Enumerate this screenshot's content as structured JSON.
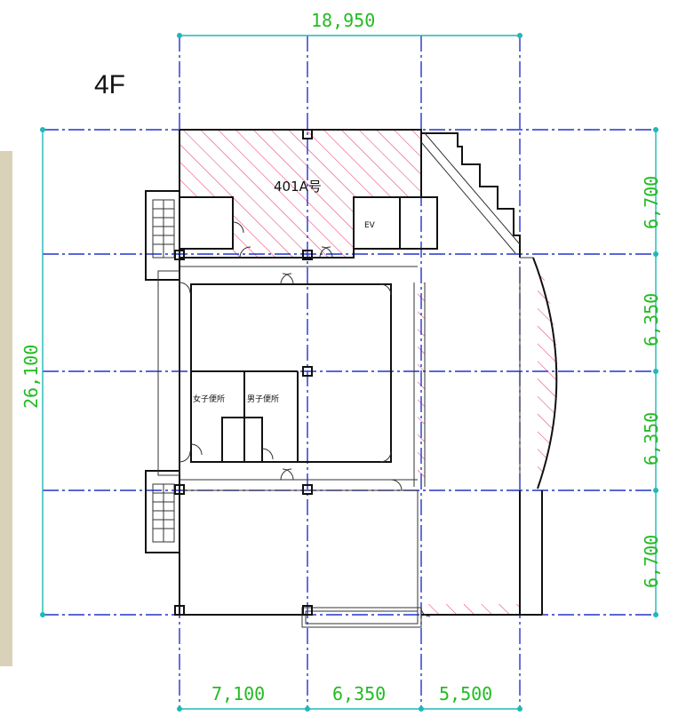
{
  "floor_label": "4F",
  "dimensions": {
    "top_total": "18,950",
    "left_total": "26,100",
    "bottom": [
      "7,100",
      "6,350",
      "5,500"
    ],
    "right": [
      "6,700",
      "6,350",
      "6,350",
      "6,700"
    ]
  },
  "rooms": {
    "unit": "401A号",
    "elevator": "EV",
    "womens_restroom": "女子便所",
    "mens_restroom": "男子便所"
  },
  "colors": {
    "dimension_text": "#22bb22",
    "dimension_line": "#1fb8b8",
    "grid_line": "#2233cc",
    "hatch": "#e0306a",
    "wall": "#111111"
  }
}
